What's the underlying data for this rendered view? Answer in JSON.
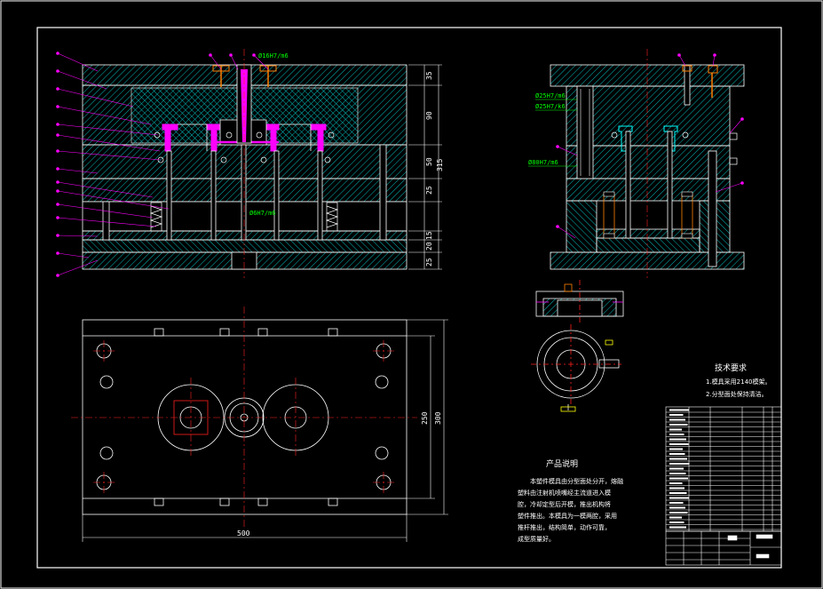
{
  "fits": {
    "sprue_fit": "Ø16H7/m6",
    "pin_fit": "Ø6H7/m6",
    "guide_fit_1": "Ø25H7/m6",
    "guide_fit_2": "Ø25H7/k6",
    "bush_fit": "Ø80H7/m6"
  },
  "dims": {
    "d35": "35",
    "d90": "90",
    "d50": "50",
    "d315": "315",
    "d25a": "25",
    "d15": "15",
    "d20": "20",
    "d25b": "25",
    "d250": "250",
    "d300": "300",
    "d500": "500"
  },
  "tech_req": {
    "title": "技术要求",
    "line1": "1.模具采用2140模架。",
    "line2": "2.分型面处保持清洁。"
  },
  "product_desc": {
    "title": "产品说明",
    "lines": [
      "本塑件模具由分型面处分开，熔融",
      "塑料由注射机喷嘴经主流道进入模",
      "腔，冷却定型后开模，推出机构将",
      "塑件推出。本模具为一模两腔，采用",
      "推杆推出，结构简单，动作可靠，",
      "成型质量好。"
    ]
  },
  "colors": {
    "outline": "#ffffff",
    "hatch": "#00e5e5",
    "leader": "#ff00ff",
    "center": "#ff2020",
    "fit_text": "#00ff00",
    "orange": "#ff8000",
    "yellow": "#ffff00"
  }
}
